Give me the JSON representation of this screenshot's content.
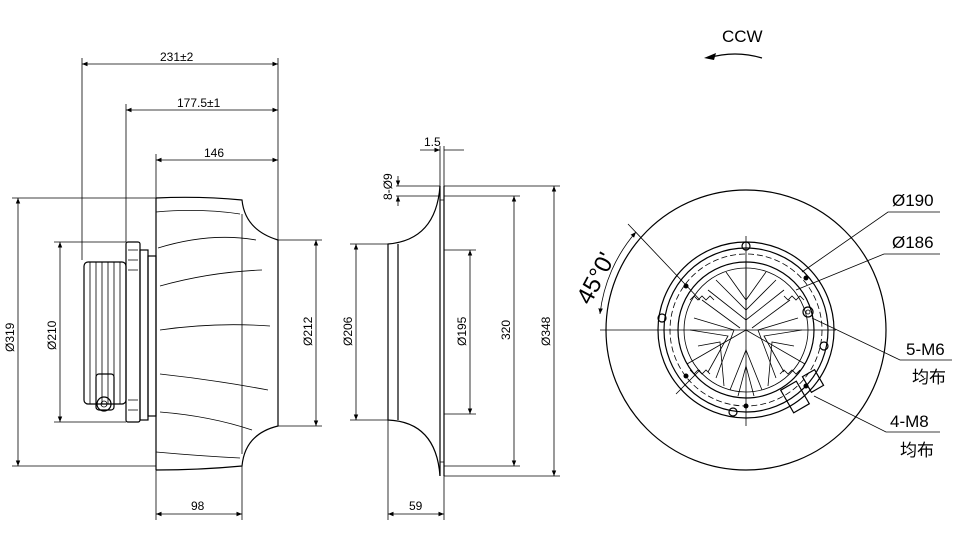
{
  "rotation": {
    "label": "CCW"
  },
  "left_view": {
    "length_total": "231±2",
    "length_mid": "177.5±1",
    "length_short": "146",
    "dia_outer": "Ø319",
    "dia_motor": "Ø210",
    "dia_inlet": "Ø212",
    "width_bottom": "98"
  },
  "middle_view": {
    "thickness": "1.5",
    "holes": "8-Ø9",
    "dia_throat": "Ø206",
    "dia_inner": "Ø195",
    "dia_pcd": "320",
    "dia_outer": "Ø348",
    "depth": "59"
  },
  "right_view": {
    "angle": "45°0'",
    "dia_190": "Ø190",
    "dia_186": "Ø186",
    "m6_label": "5-M6",
    "m6_sub": "均布",
    "m8_label": "4-M8",
    "m8_sub": "均布"
  }
}
